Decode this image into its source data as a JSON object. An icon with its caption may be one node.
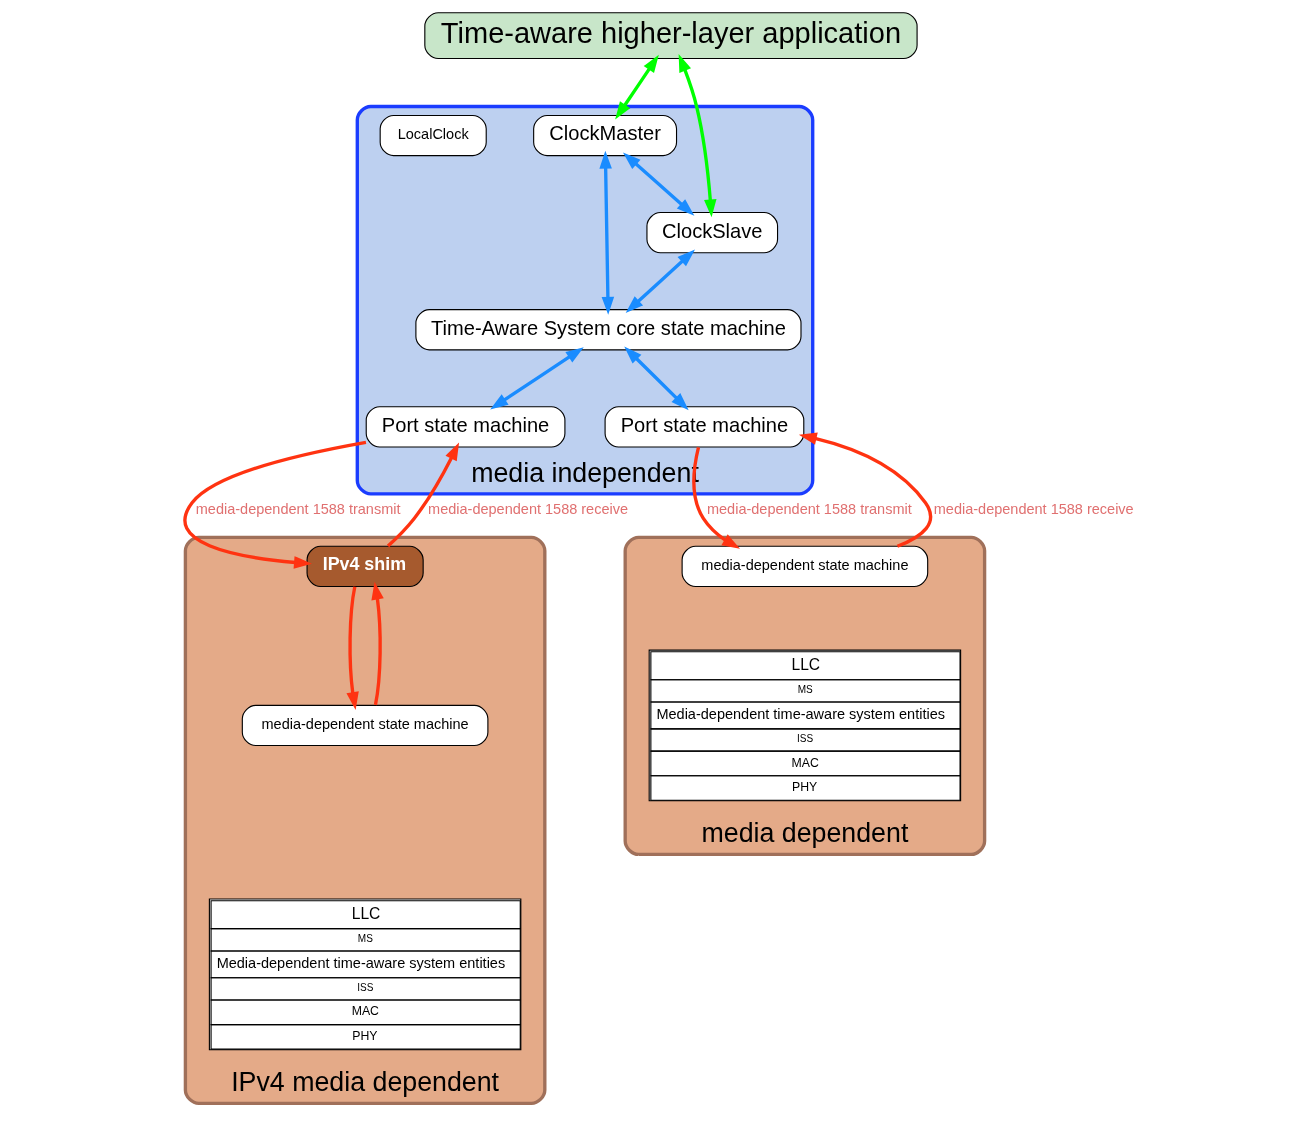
{
  "diagram": {
    "nodes": [
      {
        "text": [
          "Time-aware higher-layer application"
        ]
      },
      {
        "text": [
          "media independent"
        ]
      },
      {
        "text": [
          "ClockMaster"
        ],
        "in": 1
      },
      {
        "text": [
          "ClockSlave"
        ],
        "in": 1
      },
      {
        "text": [
          "Time-Aware System core state machine"
        ],
        "in": 1
      },
      {
        "text": [
          "LocalClock"
        ],
        "in": 1
      },
      {
        "text": [
          "Port state machine"
        ],
        "in": 1
      },
      {
        "text": [
          "Port state machine"
        ],
        "in": 1
      },
      {
        "text": [
          "IPv4 media dependent"
        ]
      },
      {
        "text": [
          "IPv4 shim"
        ],
        "in": 8
      },
      {
        "text": [
          "media-dependent state machine"
        ],
        "in": 8
      },
      {
        "text": [
          "LLC",
          "MS",
          "Media-dependent time-aware system entities",
          "ISS",
          "MAC",
          "PHY"
        ],
        "in": 8
      },
      {
        "text": [
          "media dependent"
        ]
      },
      {
        "text": [
          "media-dependent state machine"
        ],
        "in": 12
      },
      {
        "text": [
          "LLC",
          "MS",
          "Media-dependent time-aware system entities",
          "ISS",
          "MAC",
          "PHY"
        ],
        "in": 12
      }
    ],
    "edges": [
      {
        "from": 0,
        "to": 2,
        "arrow": "both",
        "color": "#00ff00"
      },
      {
        "from": 0,
        "to": 3,
        "arrow": "both",
        "color": "#00ff00"
      },
      {
        "from": 2,
        "to": 3,
        "arrow": "both",
        "color": "#1a8cff"
      },
      {
        "from": 2,
        "to": 4,
        "arrow": "both",
        "color": "#1a8cff"
      },
      {
        "from": 3,
        "to": 4,
        "arrow": "both",
        "color": "#1a8cff"
      },
      {
        "from": 4,
        "to": 6,
        "arrow": "both",
        "color": "#1a8cff"
      },
      {
        "from": 4,
        "to": 7,
        "arrow": "both",
        "color": "#1a8cff"
      },
      {
        "from": 9,
        "to": 6,
        "arrow": "to",
        "label": "media-dependent 1588 receive",
        "color": "#ff3311"
      },
      {
        "from": 6,
        "to": 9,
        "arrow": "to",
        "label": "media-dependent 1588 transmit",
        "color": "#ff3311"
      },
      {
        "from": 10,
        "to": 9,
        "arrow": "to",
        "color": "#ff3311"
      },
      {
        "from": 9,
        "to": 10,
        "arrow": "to",
        "color": "#ff3311"
      },
      {
        "from": 13,
        "to": 7,
        "arrow": "to",
        "label": "media-dependent 1588 receive",
        "color": "#ff3311"
      },
      {
        "from": 7,
        "to": 13,
        "arrow": "to",
        "label": "media-dependent 1588 transmit",
        "color": "#ff3311"
      }
    ]
  }
}
